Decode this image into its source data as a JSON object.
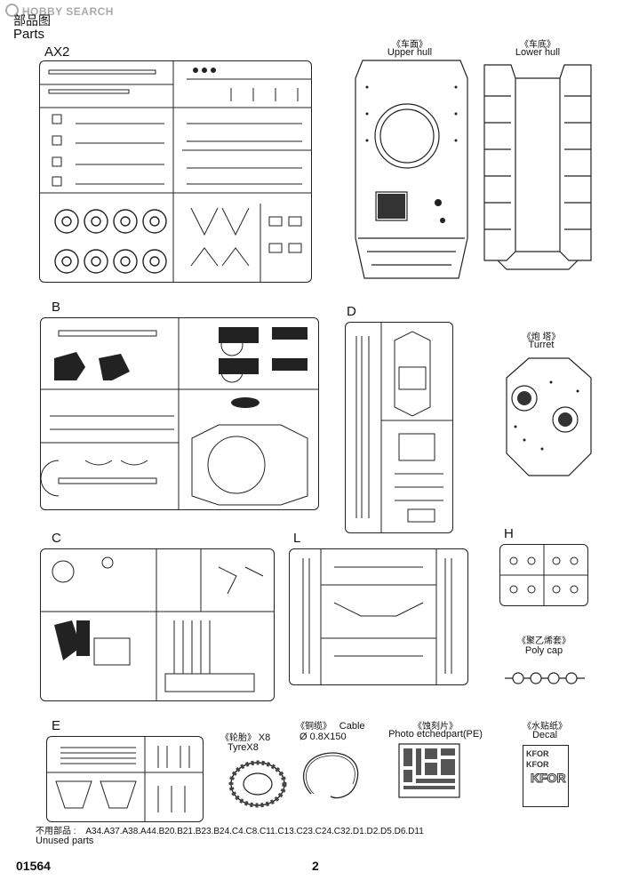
{
  "watermark": "HOBBY SEARCH",
  "header": {
    "title_cn": "部品图",
    "title_en": "Parts"
  },
  "sprues": {
    "ax2": "AX2",
    "b": "B",
    "c": "C",
    "d": "D",
    "e": "E",
    "h": "H",
    "l": "L"
  },
  "hull": {
    "upper_cn": "《车面》",
    "upper_en": "Upper hull",
    "lower_cn": "《车底》",
    "lower_en": "Lower hull",
    "turret_cn": "《炮 塔》",
    "turret_en": "Turret"
  },
  "extras": {
    "polycap_cn": "《聚乙烯套》",
    "polycap_en": "Poly cap",
    "tyre_cn": "《轮胎》",
    "tyre_qty": "X8",
    "tyre_en": "TyreX8",
    "cable_cn": "《铜缆》",
    "cable_en": "Cable",
    "cable_size": "Ø 0.8X150",
    "pe_cn": "《蚀刻片》",
    "pe_en": "Photo etchedpart(PE)",
    "decal_cn": "《水贴纸》",
    "decal_en": "Decal",
    "decal_text": "KFOR"
  },
  "unused": {
    "label_cn": "不用部品 :",
    "parts": "A34.A37.A38.A44.B20.B21.B23.B24.C4.C8.C11.C13.C23.C24.C32.D1.D2.D5.D6.D11",
    "label_en": "Unused parts"
  },
  "footer": {
    "code": "01564",
    "page": "2"
  }
}
